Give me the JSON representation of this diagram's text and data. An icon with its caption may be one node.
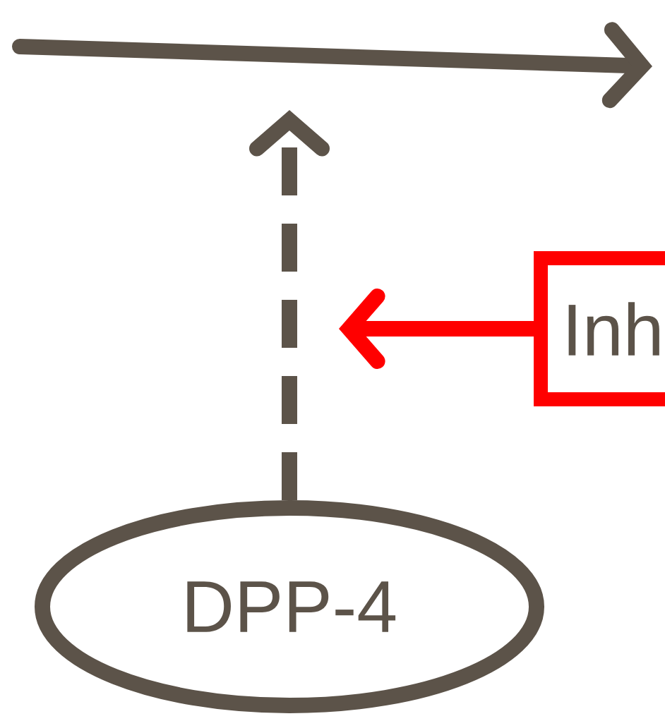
{
  "diagram": {
    "nodes": [
      {
        "text": [
          "DPP-4"
        ]
      },
      {
        "text": [
          "Inh"
        ]
      }
    ],
    "edges": [
      {
        "from": 0,
        "to": null,
        "arrow": "to",
        "style": "dashed"
      },
      {
        "from": 1,
        "to": null,
        "arrow": "to",
        "color": "#ff0000"
      }
    ]
  }
}
